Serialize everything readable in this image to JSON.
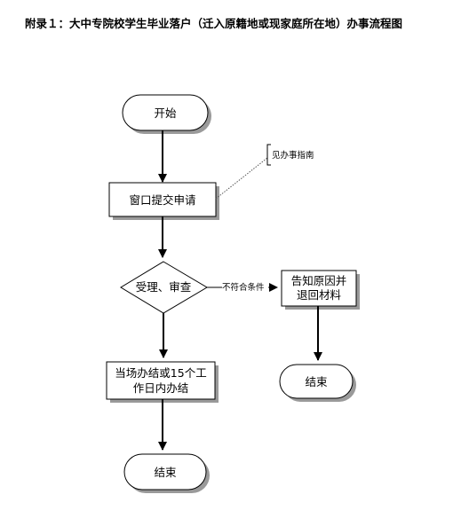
{
  "document": {
    "title": "附录１：大中专院校学生毕业落户（迁入原籍地或现家庭所在地）办事流程图"
  },
  "flowchart": {
    "nodes": {
      "start": "开始",
      "apply": "窗口提交申请",
      "review": "受理、审查",
      "complete_line1": "当场办结或15个工",
      "complete_line2": "作日内办结",
      "notify_line1": "告知原因并",
      "notify_line2": "退回材料",
      "end_main": "结束",
      "end_side": "结束"
    },
    "edges": {
      "not_qualified": "不符合条件"
    },
    "annotations": {
      "guide_note": "见办事指南"
    }
  },
  "colors": {
    "stroke": "#000000",
    "shadow": "#9a9a9a",
    "background": "#ffffff",
    "note_line": "#555555"
  }
}
